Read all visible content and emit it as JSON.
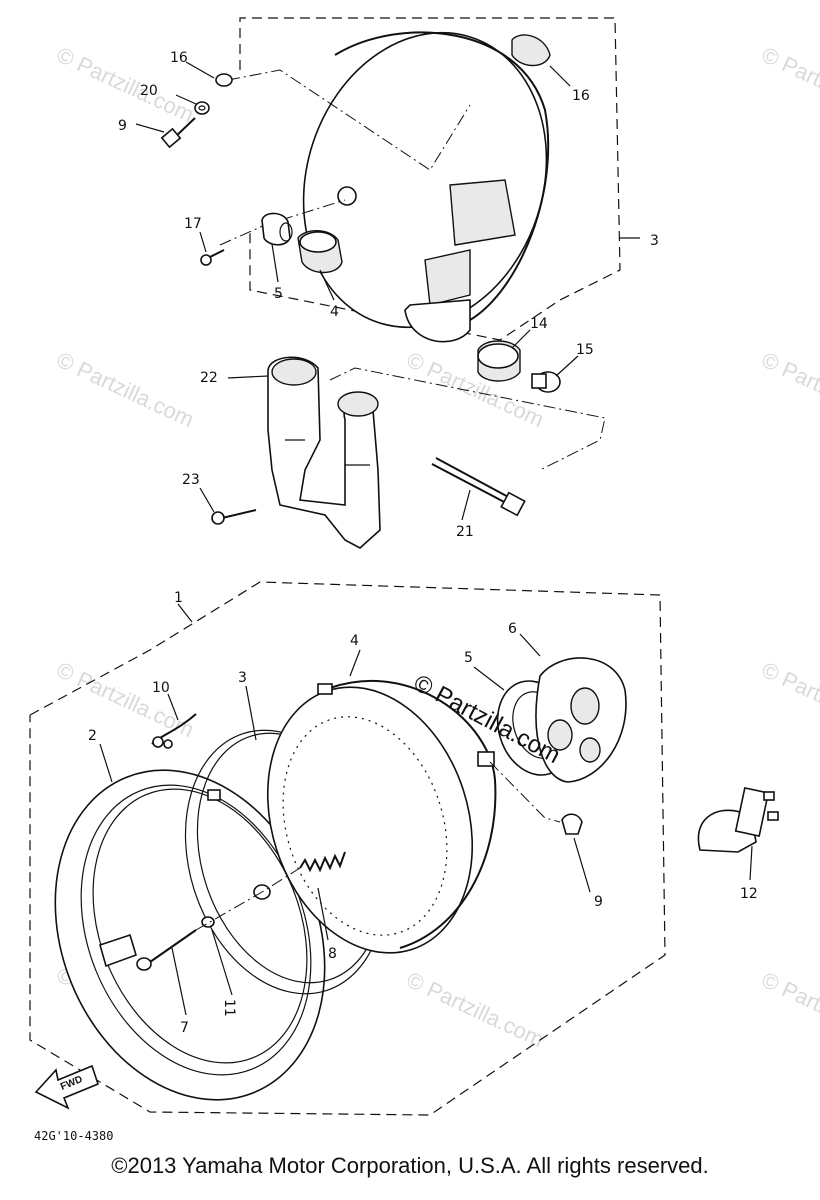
{
  "callouts_top": {
    "c16a": "16",
    "c20": "20",
    "c9a": "9",
    "c16b": "16",
    "c3top": "3",
    "c17": "17",
    "c5a": "5",
    "c4a": "4",
    "c14": "14",
    "c15": "15",
    "c22": "22",
    "c23": "23",
    "c21": "21"
  },
  "callouts_bottom": {
    "c1": "1",
    "c4b": "4",
    "c6": "6",
    "c5b": "5",
    "c10": "10",
    "c3b": "3",
    "c2": "2",
    "c9b": "9",
    "c12": "12",
    "c8": "8",
    "c11": "11",
    "c7": "7"
  },
  "watermark": {
    "symbol": "©",
    "site": "Partzilla.com",
    "stamp": "© Partzilla.com"
  },
  "fwd_label": "FWD",
  "diagram_code": "42G'10-4380",
  "footer": "©2013 Yamaha Motor Corporation, U.S.A. All rights reserved."
}
